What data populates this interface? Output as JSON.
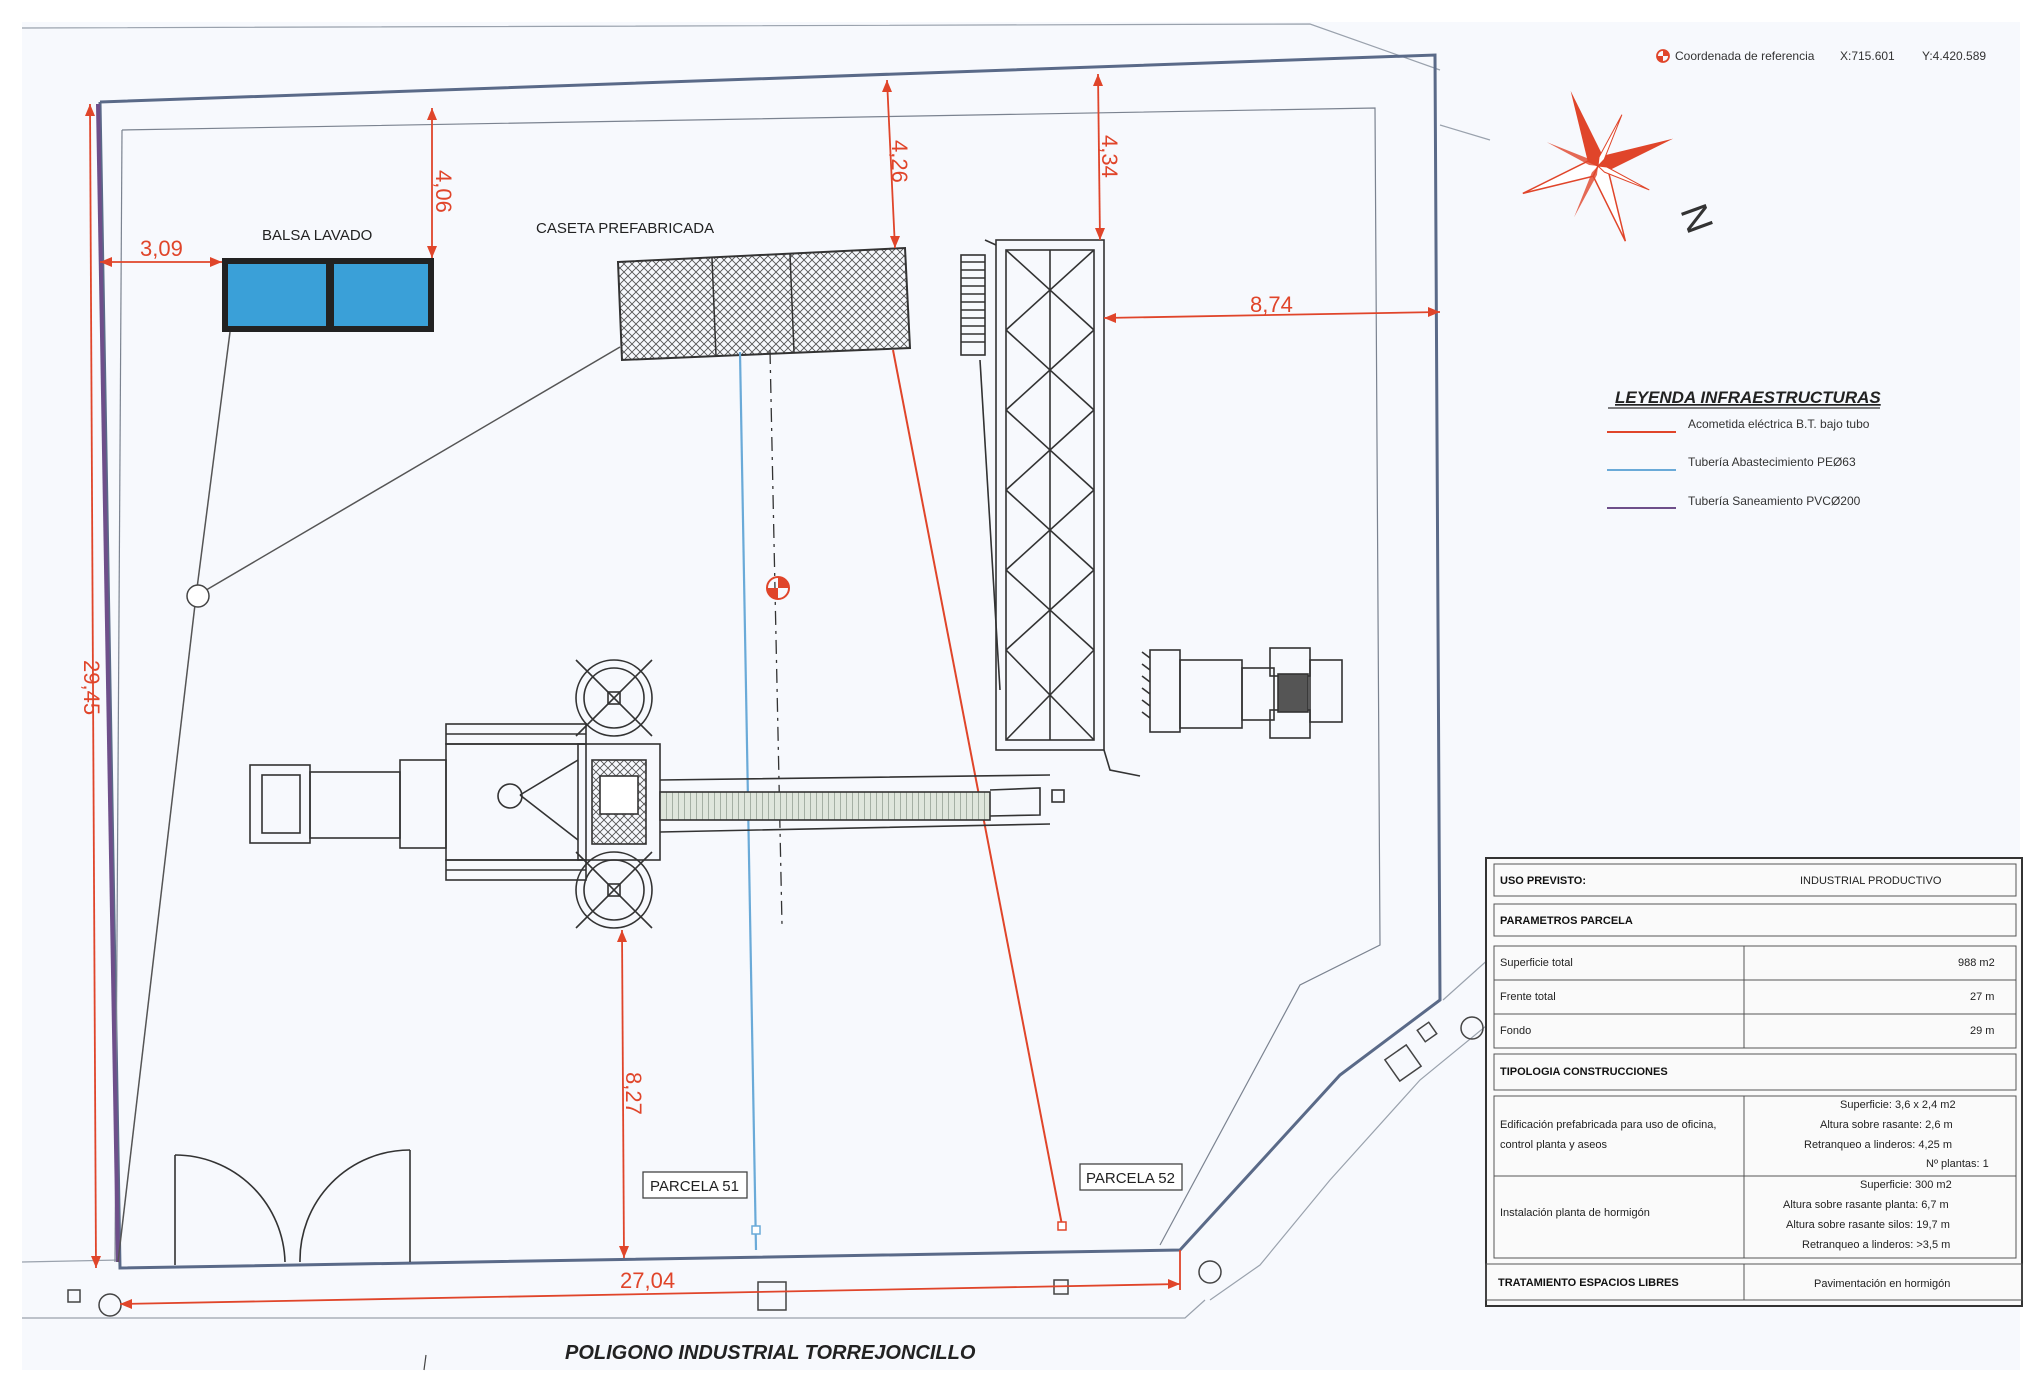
{
  "ref_coord": {
    "label": "Coordenada de referencia",
    "x": "X:715.601",
    "y": "Y:4.420.589"
  },
  "north_label": "N",
  "labels": {
    "balsa": "BALSA LAVADO",
    "caseta": "CASETA PREFABRICADA",
    "parcela51": "PARCELA 51",
    "parcela52": "PARCELA 52",
    "poligono": "POLIGONO INDUSTRIAL TORREJONCILLO"
  },
  "dimensions": {
    "d309": "3,09",
    "d406": "4,06",
    "d426": "4,26",
    "d434": "4,34",
    "d874": "8,74",
    "d2945": "29,45",
    "d827": "8,27",
    "d2704": "27,04"
  },
  "legend": {
    "title": "LEYENDA INFRAESTRUCTURAS",
    "items": [
      {
        "label": "Acometida eléctrica B.T. bajo tubo",
        "color": "#e0452a"
      },
      {
        "label": "Tubería Abastecimiento PEØ63",
        "color": "#6aaad8"
      },
      {
        "label": "Tubería Saneamiento PVCØ200",
        "color": "#6e4f8a"
      }
    ]
  },
  "table": {
    "uso_label": "USO PREVISTO:",
    "uso_value": "INDUSTRIAL PRODUCTIVO",
    "parametros_label": "PARAMETROS PARCELA",
    "params": [
      {
        "label": "Superficie total",
        "value": "988 m2"
      },
      {
        "label": "Frente total",
        "value": "27 m"
      },
      {
        "label": "Fondo",
        "value": "29 m"
      }
    ],
    "tipologia_label": "TIPOLOGIA CONSTRUCCIONES",
    "edif_label_1": "Edificación prefabricada para uso de oficina,",
    "edif_label_2": "control planta y aseos",
    "edif_values": [
      "Superficie: 3,6 x 2,4 m2",
      "Altura sobre rasante: 2,6 m",
      "Retranqueo a linderos: 4,25 m",
      "Nº plantas: 1"
    ],
    "planta_label": "Instalación planta de hormigón",
    "planta_values": [
      "Superficie: 300 m2",
      "Altura sobre rasante planta: 6,7 m",
      "Altura sobre rasante silos: 19,7 m",
      "Retranqueo a linderos: >3,5 m"
    ],
    "tratamiento_label": "TRATAMIENTO ESPACIOS LIBRES",
    "tratamiento_value": "Pavimentación en hormigón"
  },
  "colors": {
    "electric": "#e0452a",
    "water": "#6aaad8",
    "sewer": "#6e4f8a",
    "pool": "#3aa0d8",
    "boundary": "#5a6a88"
  }
}
